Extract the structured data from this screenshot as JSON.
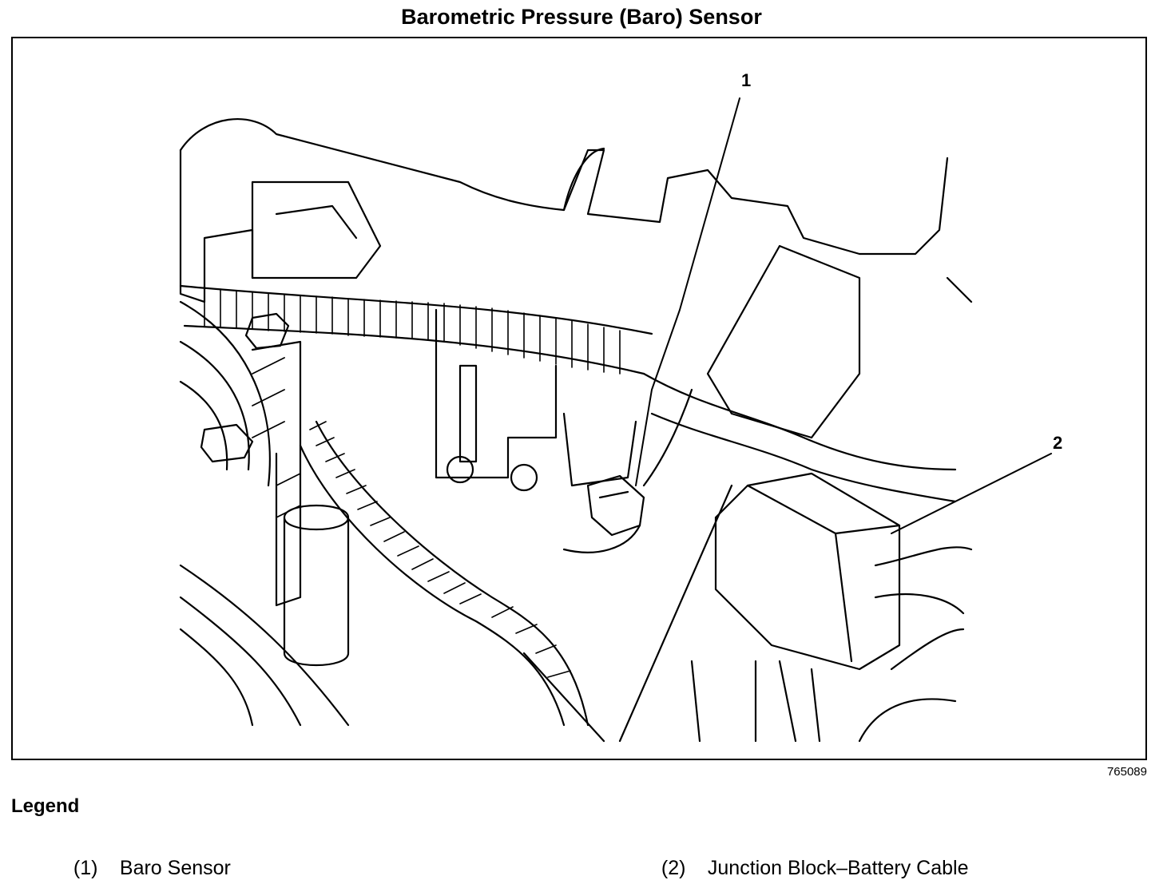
{
  "title": "Barometric Pressure (Baro) Sensor",
  "callouts": [
    "1",
    "2"
  ],
  "figure_number": "765089",
  "legend": {
    "heading": "Legend",
    "items": [
      {
        "num": "(1)",
        "label": "Baro Sensor"
      },
      {
        "num": "(2)",
        "label": "Junction Block–Battery Cable"
      }
    ]
  },
  "colors": {
    "line": "#000000",
    "background": "#ffffff"
  }
}
